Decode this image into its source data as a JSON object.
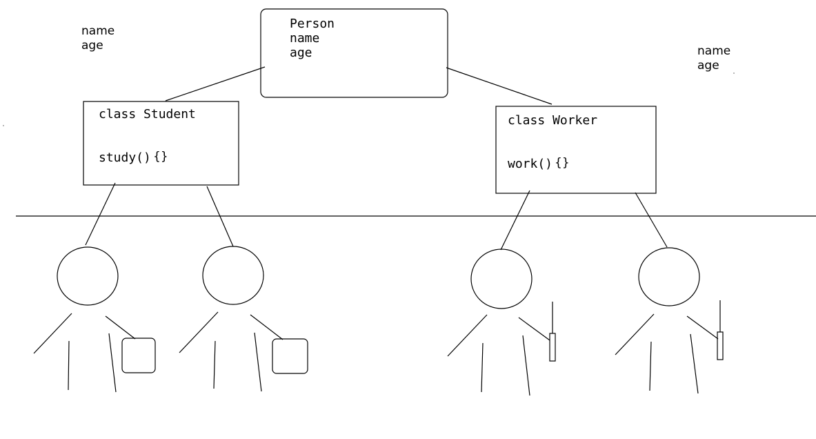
{
  "person_box": {
    "title": "Person",
    "field_1": "name",
    "field_2": "age"
  },
  "left_note": {
    "line_1": "name",
    "line_2": "age"
  },
  "right_note": {
    "line_1": "name",
    "line_2": "age"
  },
  "student_box": {
    "header": "class Student",
    "method": "study()",
    "braces": "{}"
  },
  "worker_box": {
    "header": "class Worker",
    "method": "work()",
    "braces": "{}"
  }
}
